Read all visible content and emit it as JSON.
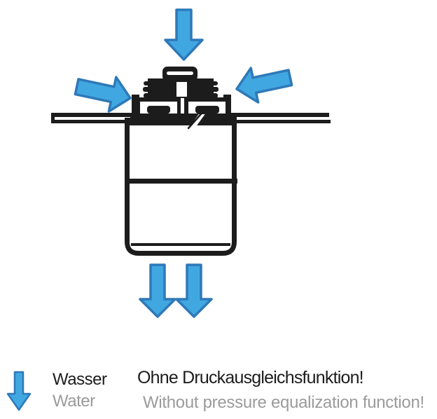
{
  "colors": {
    "background": "#FFFFFF",
    "ink": "#1C1C1C",
    "arrow_fill": "#41A7E1",
    "arrow_stroke": "#2E79B8",
    "text_secondary": "#9B9B9B"
  },
  "diagram": {
    "type": "technical-drawing",
    "subject": "drain valve mounted in plate with water flow arrows",
    "icons": [
      "water-inflow-top-arrow-icon",
      "water-inflow-left-arrow-icon",
      "water-inflow-right-arrow-icon",
      "water-outflow-left-arrow-icon",
      "water-outflow-right-arrow-icon"
    ]
  },
  "legend": {
    "icon": "water-down-arrow-icon",
    "label_de": "Wasser",
    "label_en": "Water"
  },
  "caption": {
    "text_de": "Ohne Druckausgleichsfunktion!",
    "text_en": "Without pressure equalization function!"
  }
}
